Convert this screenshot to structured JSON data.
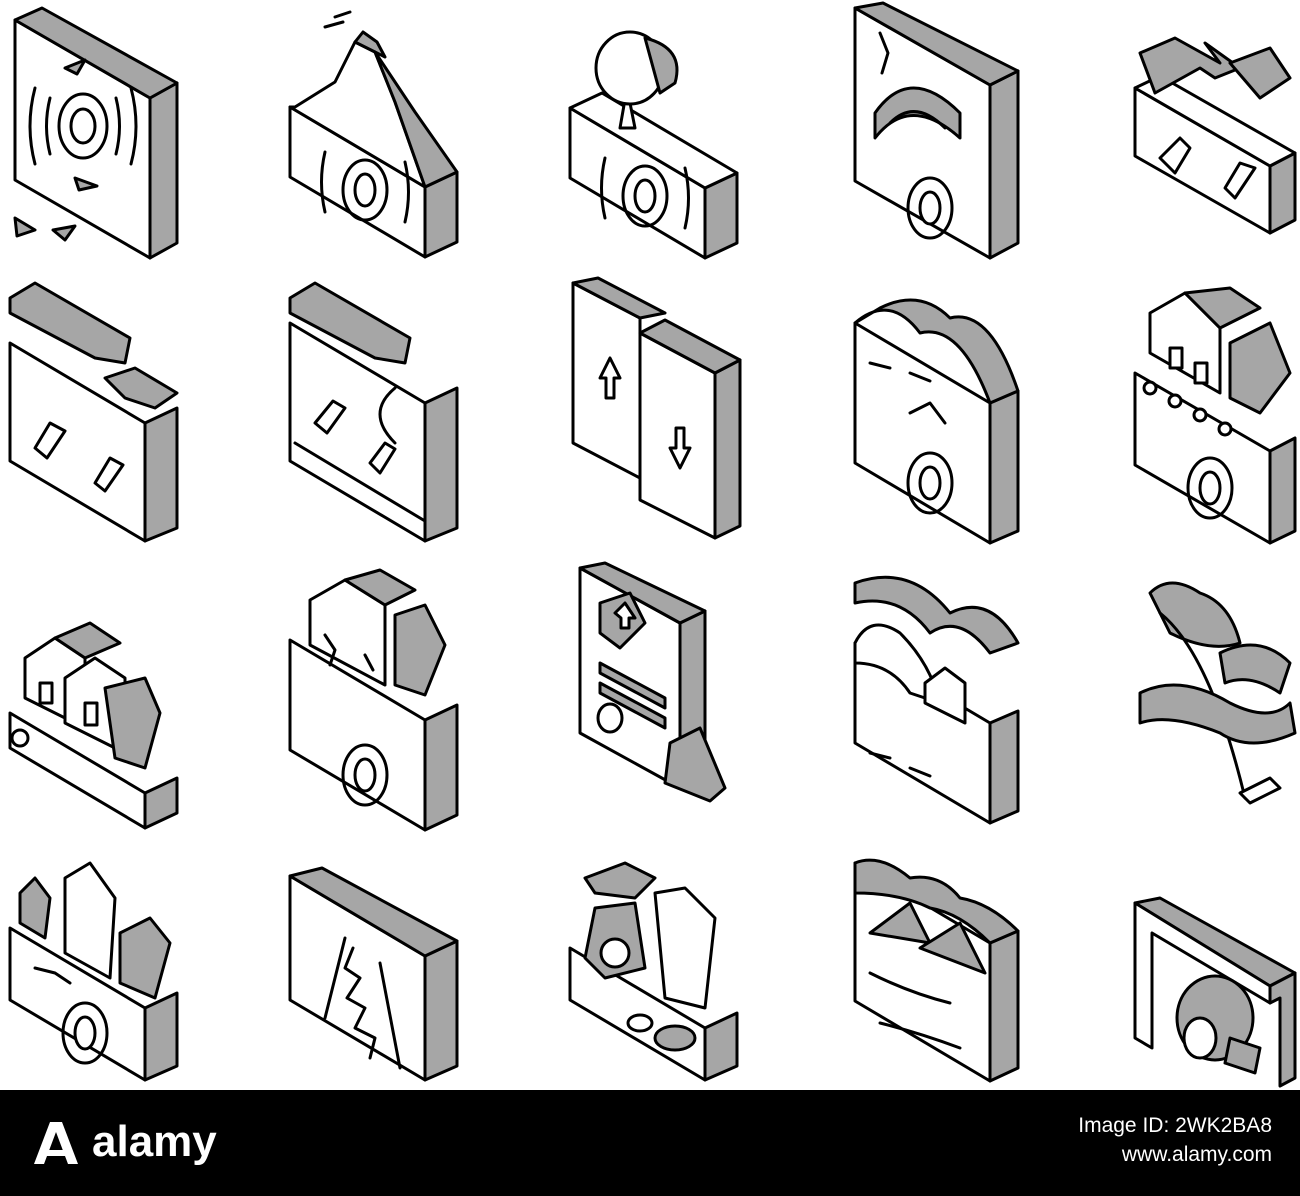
{
  "icons": [
    {
      "name": "seismic-wave-ground-icon"
    },
    {
      "name": "volcano-eruption-icon"
    },
    {
      "name": "tree-on-shaking-ground-icon"
    },
    {
      "name": "cracked-ground-epicenter-icon"
    },
    {
      "name": "divergent-fault-icon"
    },
    {
      "name": "transform-fault-icon"
    },
    {
      "name": "reverse-fault-icon"
    },
    {
      "name": "vertical-shift-fault-icon"
    },
    {
      "name": "ground-rupture-icon"
    },
    {
      "name": "houses-on-shaking-ground-icon"
    },
    {
      "name": "houses-icon"
    },
    {
      "name": "collapsed-house-icon"
    },
    {
      "name": "earthquake-report-document-icon"
    },
    {
      "name": "tsunami-wave-house-icon"
    },
    {
      "name": "falling-tree-debris-icon"
    },
    {
      "name": "broken-cliff-icon"
    },
    {
      "name": "cracked-road-icon"
    },
    {
      "name": "landslide-icon"
    },
    {
      "name": "mountain-terrain-icon"
    },
    {
      "name": "tunnel-boulder-icon"
    }
  ],
  "footer": {
    "brand": "alamy",
    "image_id": "Image ID: 2WK2BA8",
    "site": "www.alamy.com"
  },
  "colors": {
    "ink": "#000000",
    "fill": "#a6a6a6",
    "background": "#ffffff",
    "footer": "#000000"
  }
}
